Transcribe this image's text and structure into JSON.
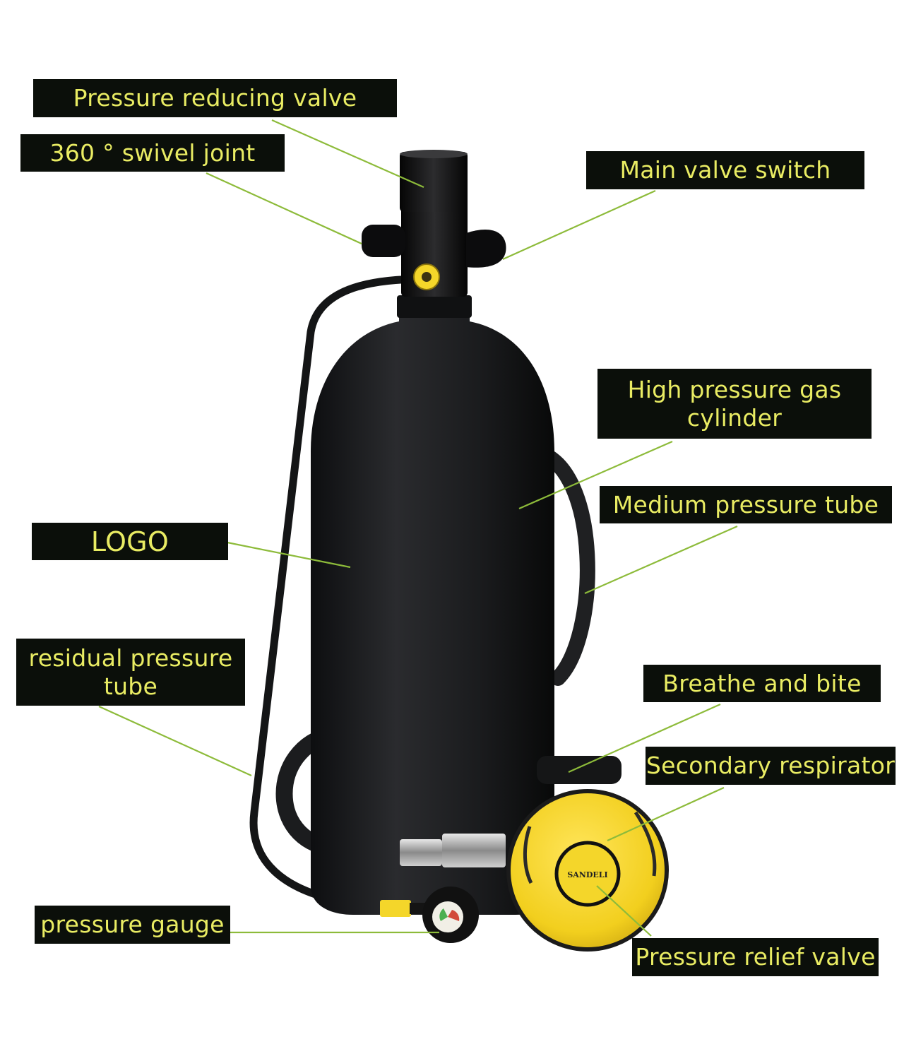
{
  "colors": {
    "label_bg": "#0b0f0a",
    "label_text": "#e9ec63",
    "leader_line": "#8dbb3a",
    "cylinder": "#1c1d1f",
    "regulator_yellow": "#f4d62a"
  },
  "regulator_brand": "SANDELI",
  "labels": {
    "pressure_reducing_valve": "Pressure reducing valve",
    "swivel_joint": "360 ° swivel joint",
    "main_valve_switch": "Main valve switch",
    "high_pressure_cylinder_line1": "High pressure gas",
    "high_pressure_cylinder_line2": "cylinder",
    "medium_pressure_tube": "Medium pressure tube",
    "logo": "LOGO",
    "residual_pressure_tube_line1": "residual pressure",
    "residual_pressure_tube_line2": "tube",
    "breathe_and_bite": "Breathe and bite",
    "secondary_respirator": "Secondary respirator",
    "pressure_gauge": "pressure gauge",
    "pressure_relief_valve": "Pressure relief valve"
  }
}
